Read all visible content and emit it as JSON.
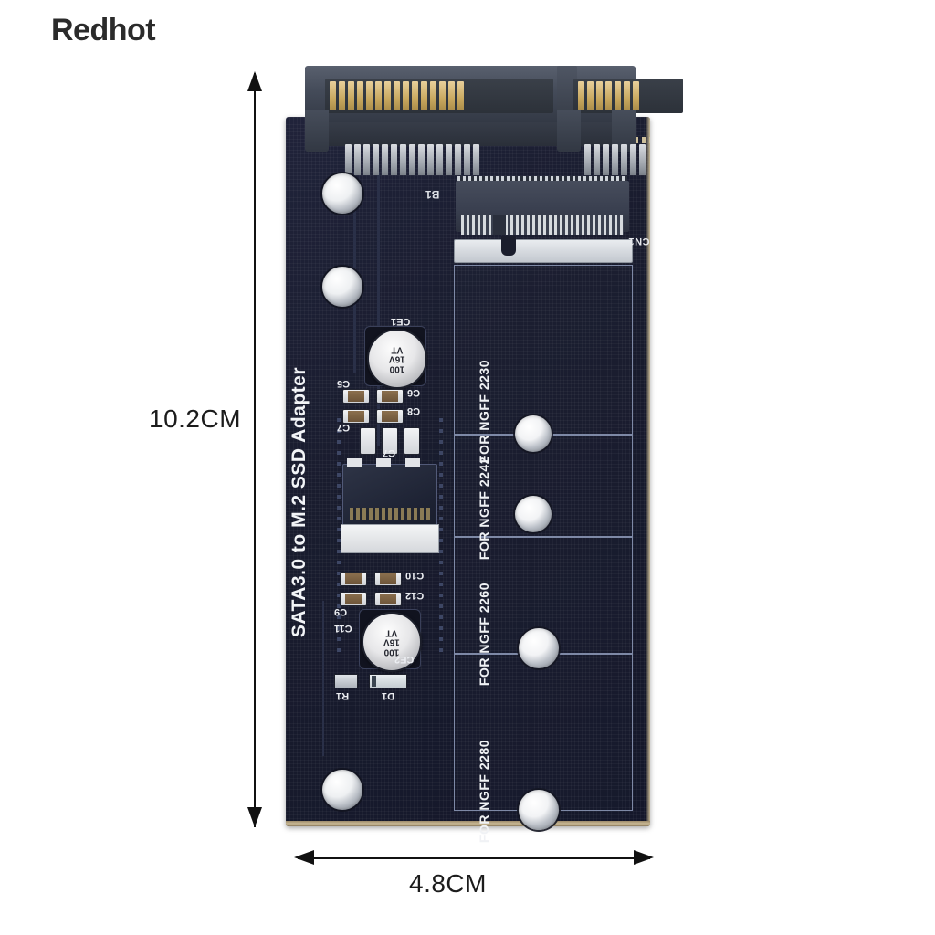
{
  "brand": {
    "name": "Redhot"
  },
  "dimensions": {
    "height_label": "10.2CM",
    "width_label": "4.8CM"
  },
  "board": {
    "silkscreen_title": "SATA3.0 to M.2 SSD Adapter",
    "connector_label": "CN1",
    "key_label": "B1",
    "ngff_positions": [
      {
        "label": "FOR NGFF 2230"
      },
      {
        "label": "FOR NGFF 2242"
      },
      {
        "label": "FOR NGFF 2260"
      },
      {
        "label": "FOR NGFF 2280"
      }
    ],
    "capacitors": [
      {
        "designator": "CE1",
        "value_line1": "100",
        "value_line2": "16V",
        "value_line3": "VT"
      },
      {
        "designator": "CE2",
        "value_line1": "100",
        "value_line2": "16V",
        "value_line3": "VT"
      }
    ],
    "components": [
      {
        "designator": "C5"
      },
      {
        "designator": "C6"
      },
      {
        "designator": "C7"
      },
      {
        "designator": "C7"
      },
      {
        "designator": "C8"
      },
      {
        "designator": "C9"
      },
      {
        "designator": "C10"
      },
      {
        "designator": "C11"
      },
      {
        "designator": "C12"
      },
      {
        "designator": "R1"
      },
      {
        "designator": "D1"
      }
    ]
  },
  "colors": {
    "pcb": "#1a1d2e",
    "silkscreen": "#f0f2f5",
    "gold_pin": "#c9a85f",
    "connector_body": "#3f4653",
    "annotation": "#111111",
    "background": "#ffffff"
  }
}
